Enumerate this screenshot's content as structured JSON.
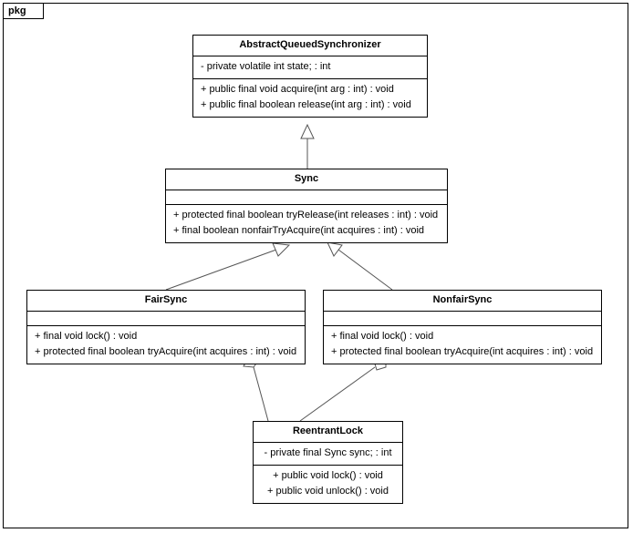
{
  "package": {
    "label": "pkg"
  },
  "classes": [
    {
      "id": "abstract-queued-synchronizer",
      "name": "AbstractQueuedSynchronizer",
      "attributes": [
        "- private volatile int state; : int"
      ],
      "operations": [
        "+ public final void acquire(int arg : int) : void",
        "+ public final boolean release(int arg : int) : void"
      ]
    },
    {
      "id": "sync",
      "name": "Sync",
      "attributes": [],
      "operations": [
        "+ protected final boolean tryRelease(int releases : int) : void",
        "+ final boolean nonfairTryAcquire(int acquires : int) : void"
      ]
    },
    {
      "id": "fair-sync",
      "name": "FairSync",
      "attributes": [],
      "operations": [
        "+ final void lock() : void",
        "+ protected final boolean tryAcquire(int acquires : int) : void"
      ]
    },
    {
      "id": "nonfair-sync",
      "name": "NonfairSync",
      "attributes": [],
      "operations": [
        "+ final void lock() : void",
        "+ protected final boolean tryAcquire(int acquires : int) : void"
      ]
    },
    {
      "id": "reentrant-lock",
      "name": "ReentrantLock",
      "attributes": [
        "- private final Sync sync; : int"
      ],
      "operations": [
        "+ public void lock() : void",
        "+ public void unlock() : void"
      ]
    }
  ],
  "relations": [
    {
      "type": "generalization",
      "from": "sync",
      "to": "abstract-queued-synchronizer"
    },
    {
      "type": "generalization",
      "from": "fair-sync",
      "to": "sync"
    },
    {
      "type": "generalization",
      "from": "nonfair-sync",
      "to": "sync"
    },
    {
      "type": "composition",
      "from": "reentrant-lock",
      "to": "fair-sync"
    },
    {
      "type": "composition",
      "from": "reentrant-lock",
      "to": "nonfair-sync"
    }
  ],
  "colors": {
    "stroke": "#000000",
    "fill": "#ffffff"
  }
}
